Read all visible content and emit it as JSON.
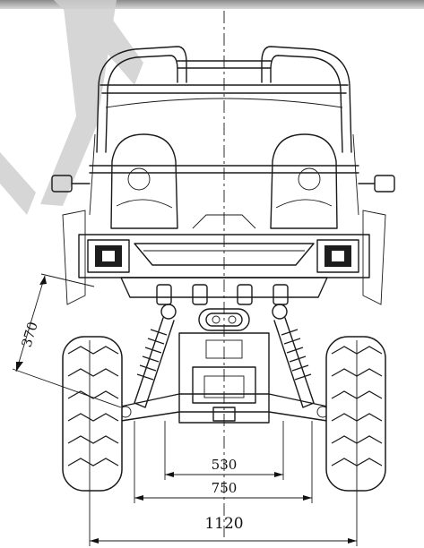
{
  "diagram": {
    "dimensions": [
      {
        "id": "suspension-travel",
        "label": "370"
      },
      {
        "id": "inner-track",
        "label": "530"
      },
      {
        "id": "axle-track",
        "label": "750"
      },
      {
        "id": "overall-width",
        "label": "1120"
      }
    ]
  }
}
